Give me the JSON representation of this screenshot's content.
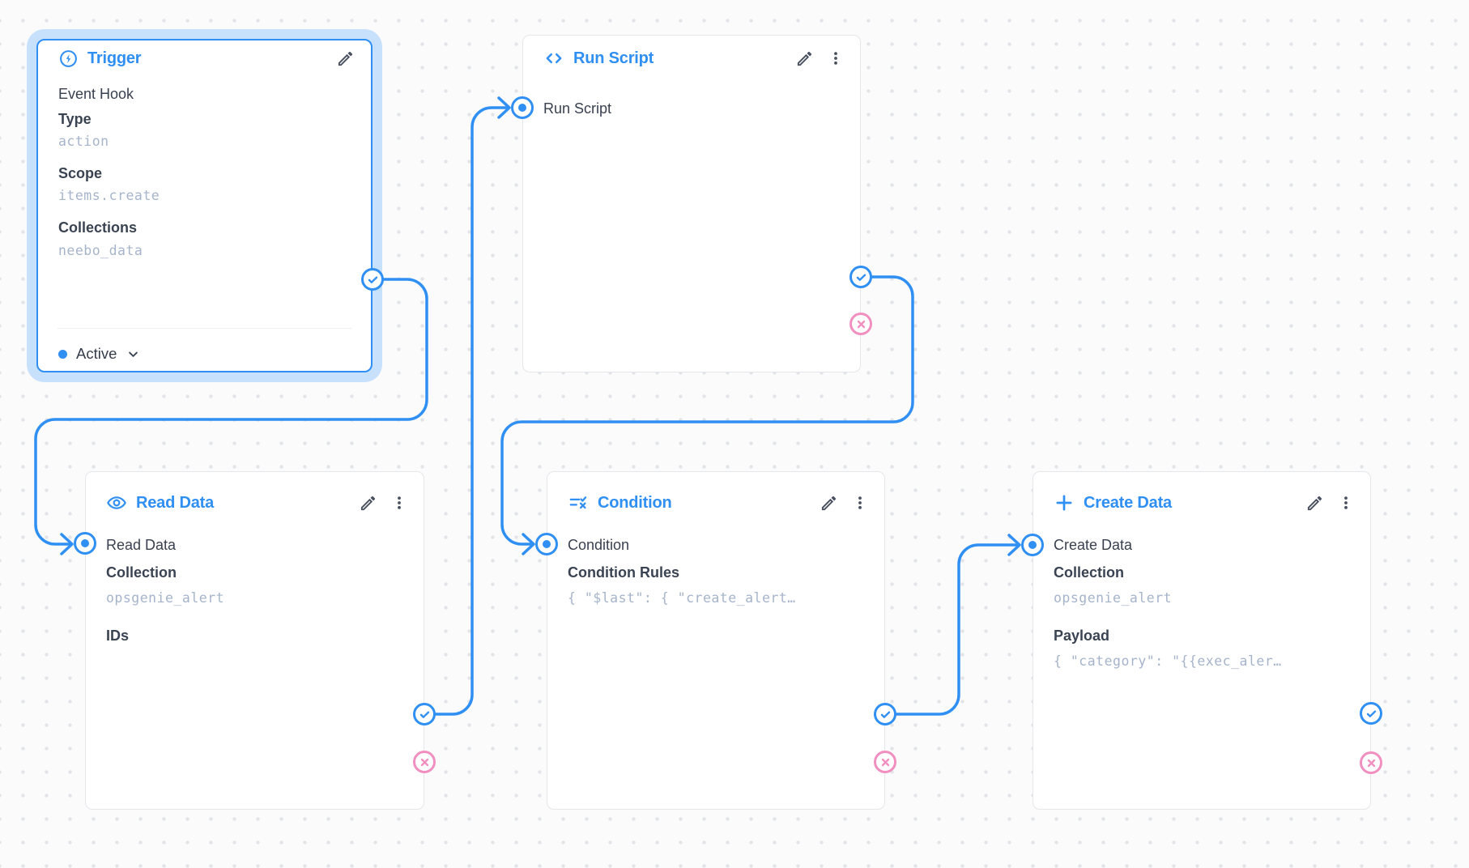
{
  "flow": {
    "nodes": {
      "trigger": {
        "title": "Trigger",
        "icon": "bolt-icon",
        "subtitle": "Event Hook",
        "selected": true,
        "fields": [
          {
            "label": "Type",
            "value": "action"
          },
          {
            "label": "Scope",
            "value": "items.create"
          },
          {
            "label": "Collections",
            "value": "neebo_data"
          }
        ],
        "footer": {
          "status": "Active"
        }
      },
      "run_script": {
        "title": "Run Script",
        "icon": "code-icon",
        "input_label": "Run Script"
      },
      "read_data": {
        "title": "Read Data",
        "icon": "eye-icon",
        "input_label": "Read Data",
        "fields": [
          {
            "label": "Collection",
            "value": "opsgenie_alert"
          },
          {
            "label": "IDs"
          }
        ]
      },
      "condition": {
        "title": "Condition",
        "icon": "rule-icon",
        "input_label": "Condition",
        "fields": [
          {
            "label": "Condition Rules",
            "value": "{ \"$last\": { \"create_alert…"
          }
        ]
      },
      "create_data": {
        "title": "Create Data",
        "icon": "plus-icon",
        "input_label": "Create Data",
        "fields": [
          {
            "label": "Collection",
            "value": "opsgenie_alert"
          },
          {
            "label": "Payload",
            "value": "{ \"category\": \"{{exec_aler…"
          }
        ]
      }
    },
    "edges": [
      {
        "from": "trigger.resolve",
        "to": "read_data.input"
      },
      {
        "from": "read_data.resolve",
        "to": "run_script.input"
      },
      {
        "from": "run_script.resolve",
        "to": "condition.input"
      },
      {
        "from": "condition.resolve",
        "to": "create_data.input"
      }
    ],
    "colors": {
      "accent_blue": "#2f8ff2",
      "selection_glow": "#c7e0fc",
      "reject_pink": "#f18fc0",
      "mono_value": "#a6b4cb"
    }
  }
}
